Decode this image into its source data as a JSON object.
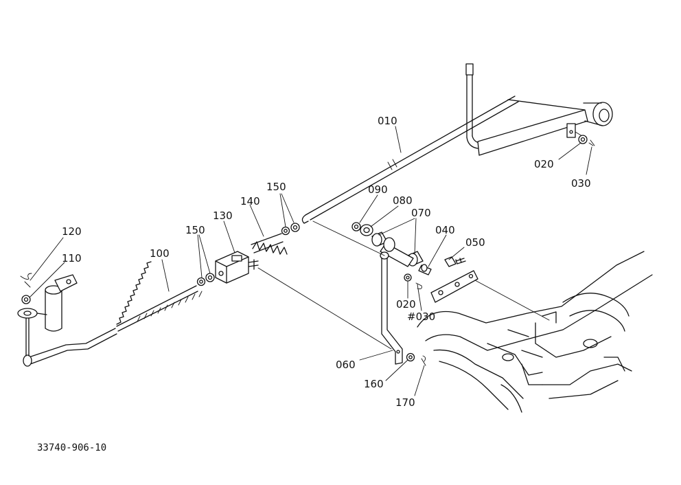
{
  "parts": {
    "p010": "010",
    "p020_right": "020",
    "p030_right": "030",
    "p090": "090",
    "p080": "080",
    "p070": "070",
    "p040": "040",
    "p050": "050",
    "p150_upper": "150",
    "p140": "140",
    "p130": "130",
    "p150_lower": "150",
    "p100": "100",
    "p120": "120",
    "p110": "110",
    "p020_center": "020",
    "p030_center": "#030",
    "p060": "060",
    "p160": "160",
    "p170": "170"
  },
  "drawing_number": "33740-906-10"
}
